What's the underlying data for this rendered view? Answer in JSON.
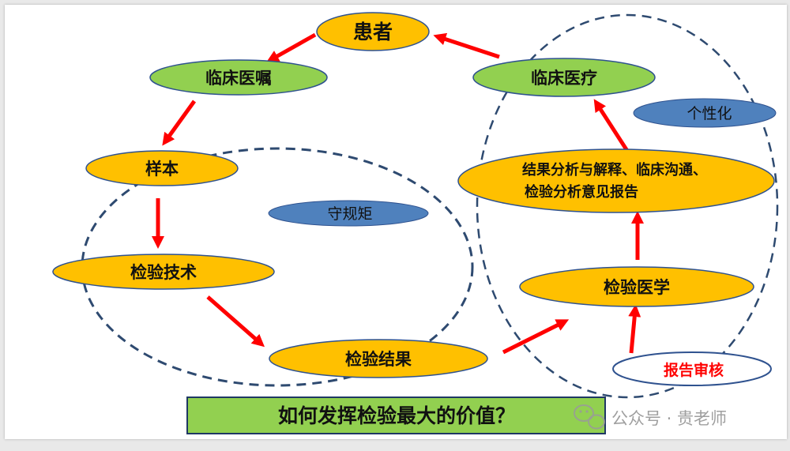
{
  "colors": {
    "yellow_fill": "#ffc000",
    "green_fill": "#92d050",
    "blue_fill": "#4f81bd",
    "outline": "#2f528f",
    "arrow": "#ff0000",
    "dashed": "#2e4a70",
    "audit_text": "#ff0000"
  },
  "nodes": {
    "patient": "患者",
    "clinical_order": "临床医嘱",
    "sample": "样本",
    "lab_technique": "检验技术",
    "lab_result": "检验结果",
    "lab_medicine": "检验医学",
    "analysis_line1": "结果分析与解释、临床沟通、",
    "analysis_line2": "检验分析意见报告",
    "clinical_treatment": "临床医疗",
    "report_audit": "报告审核"
  },
  "tags": {
    "rules": "守规矩",
    "personalization": "个性化"
  },
  "banner": "如何发挥检验最大的价值？",
  "watermark": {
    "icon": "wechat-icon",
    "text": "公众号 · 贵老师"
  }
}
